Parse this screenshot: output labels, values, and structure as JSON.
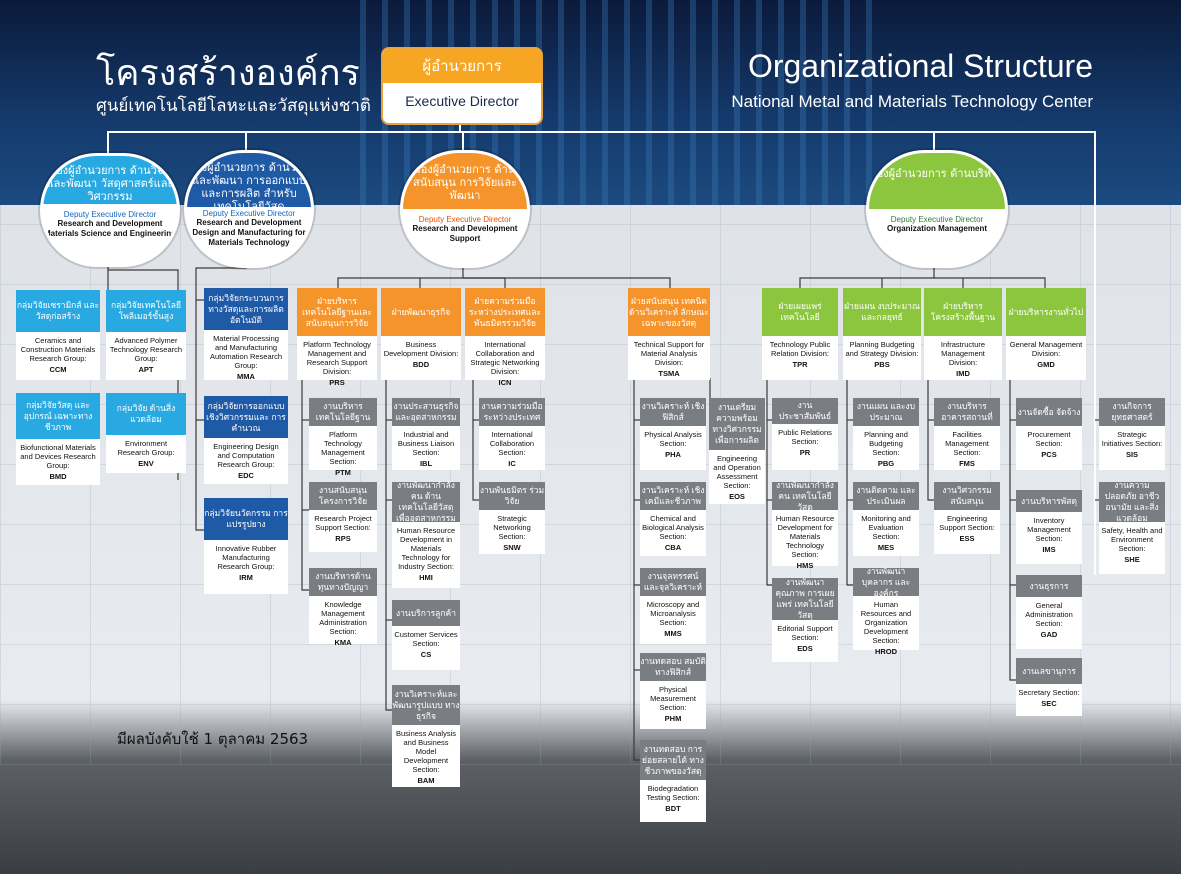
{
  "header": {
    "th_title": "โครงสร้างองค์กร",
    "th_subtitle": "ศูนย์เทคโนโลยีโลหะและวัสดุแห่งชาติ",
    "en_title": "Organizational Structure",
    "en_subtitle": "National Metal and Materials Technology Center"
  },
  "executive": {
    "th": "ผู้อำนวยการ",
    "en": "Executive Director"
  },
  "deputies": [
    {
      "th": "รองผู้อำนวยการ ด้านวิจัยและพัฒนา วัสดุศาสตร์และวิศวกรรม",
      "en1": "Deputy Executive Director",
      "en2": "Research and Development Materials Science and Engineering"
    },
    {
      "th": "รองผู้อำนวยการ ด้านวิจัยและพัฒนา การออกแบบและการผลิต สำหรับเทคโนโลยีวัสดุ",
      "en1": "Deputy Executive Director",
      "en2": "Research and Development Design and Manufacturing for Materials Technology"
    },
    {
      "th": "รองผู้อำนวยการ ด้านสนับสนุน การวิจัยและพัฒนา",
      "en1": "Deputy Executive Director",
      "en2": "Research and Development Support"
    },
    {
      "th": "รองผู้อำนวยการ ด้านบริหาร",
      "en1": "Deputy Executive Director",
      "en2": "Organization Management"
    }
  ],
  "boxes": {
    "ccm": {
      "h": "กลุ่มวิจัยเซรามิกส์ และวัสดุก่อสร้าง",
      "b": "Ceramics and Construction Materials Research Group:",
      "c": "CCM"
    },
    "apt": {
      "h": "กลุ่มวิจัยเทคโนโลยี โพลิเมอร์ขั้นสูง",
      "b": "Advanced Polymer Technology Research Group:",
      "c": "APT"
    },
    "bmd": {
      "h": "กลุ่มวิจัยวัสดุ และอุปกรณ์ เฉพาะทางชีวภาพ",
      "b": "Biofunctional Materials and Devices Research Group:",
      "c": "BMD"
    },
    "env": {
      "h": "กลุ่มวิจัย ด้านสิ่งแวดล้อม",
      "b": "Environment Research Group:",
      "c": "ENV"
    },
    "mma": {
      "h": "กลุ่มวิจัยกระบวนการ ทางวัสดุและการผลิต อัตโนมัติ",
      "b": "Material Processing and Manufacturing Automation Research Group:",
      "c": "MMA"
    },
    "edc": {
      "h": "กลุ่มวิจัยการออกแบบ เชิงวิศวกรรมและ การคำนวณ",
      "b": "Engineering Design and Computation Research Group:",
      "c": "EDC"
    },
    "irm": {
      "h": "กลุ่มวิจัยนวัตกรรม การแปรรูปยาง",
      "b": "Innovative Rubber Manufacturing Research Group:",
      "c": "IRM"
    },
    "prs": {
      "h": "ฝ่ายบริหาร เทคโนโลยีฐานและ สนับสนุนการวิจัย",
      "b": "Platform Technology Management and Research Support Division:",
      "c": "PRS"
    },
    "bdd": {
      "h": "ฝ่ายพัฒนาธุรกิจ",
      "b": "Business Development Division:",
      "c": "BDD"
    },
    "icn": {
      "h": "ฝ่ายความร่วมมือ ระหว่างประเทศและ พันธมิตรร่วมวิจัย",
      "b": "International Collaboration and Strategic Networking Division:",
      "c": "ICN"
    },
    "tsma": {
      "h": "ฝ่ายสนับสนุน เทคนิคด้านวิเคราะห์ ลักษณะเฉพาะของวัสดุ",
      "b": "Technical Support for Material Analysis Division:",
      "c": "TSMA"
    },
    "tpr": {
      "h": "ฝ่ายเผยแพร่ เทคโนโลยี",
      "b": "Technology Public Relation Division:",
      "c": "TPR"
    },
    "pbs": {
      "h": "ฝ่ายแผน งบประมาณ และกลยุทธ์",
      "b": "Planning Budgeting and Strategy Division:",
      "c": "PBS"
    },
    "imd": {
      "h": "ฝ่ายบริหาร โครงสร้างพื้นฐาน",
      "b": "Infrastructure Management Division:",
      "c": "IMD"
    },
    "gmd": {
      "h": "ฝ่ายบริหารงานทั่วไป",
      "b": "General Management Division:",
      "c": "GMD"
    },
    "ptm": {
      "h": "งานบริหาร เทคโนโลยีฐาน",
      "b": "Platform Technology Management Section:",
      "c": "PTM"
    },
    "rps": {
      "h": "งานสนับสนุน โครงการวิจัย",
      "b": "Research Project Support Section:",
      "c": "RPS"
    },
    "kma": {
      "h": "งานบริหารด้าน ทุนทางปัญญา",
      "b": "Knowledge Management Administration Section:",
      "c": "KMA"
    },
    "ibl": {
      "h": "งานประสานธุรกิจ และอุตสาหกรรม",
      "b": "Industrial and Business Liaison Section:",
      "c": "IBL"
    },
    "hmi": {
      "h": "งานพัฒนากำลังคน ด้านเทคโนโลยีวัสดุ เพื่ออุตสาหกรรม",
      "b": "Human Resource Development in Materials Technology for Industry Section:",
      "c": "HMI"
    },
    "cs": {
      "h": "งานบริการลูกค้า",
      "b": "Customer Services Section:",
      "c": "CS"
    },
    "bam": {
      "h": "งานวิเคราะห์และ พัฒนารูปแบบ ทางธุรกิจ",
      "b": "Business Analysis and Business Model Development Section:",
      "c": "BAM"
    },
    "ic": {
      "h": "งานความร่วมมือ ระหว่างประเทศ",
      "b": "International Collaboration Section:",
      "c": "IC"
    },
    "snw": {
      "h": "งานพันธมิตร ร่วมวิจัย",
      "b": "Strategic Networking Section:",
      "c": "SNW"
    },
    "pha": {
      "h": "งานวิเคราะห์ เชิงฟิสิกส์",
      "b": "Physical Analysis Section:",
      "c": "PHA"
    },
    "eos": {
      "h": "งานเตรียม ความพร้อม ทางวิศวกรรม เพื่อการผลิต",
      "b": "Engineering and Operation Assessment Section:",
      "c": "EOS"
    },
    "cba": {
      "h": "งานวิเคราะห์ เชิงเคมีและชีวภาพ",
      "b": "Chemical and Biological Analysis Section:",
      "c": "CBA"
    },
    "mms": {
      "h": "งานจุลทรรศน์ และจุลวิเคราะห์",
      "b": "Microscopy and Microanalysis Section:",
      "c": "MMS"
    },
    "phm": {
      "h": "งานทดสอบ สมบัติทางฟิสิกส์",
      "b": "Physical Measurement Section:",
      "c": "PHM"
    },
    "bdt": {
      "h": "งานทดสอบ การย่อยสลายได้ ทางชีวภาพของวัสดุ",
      "b": "Biodegradation Testing Section:",
      "c": "BDT"
    },
    "pr": {
      "h": "งานประชาสัมพันธ์",
      "b": "Public Relations Section:",
      "c": "PR"
    },
    "hms": {
      "h": "งานพัฒนากำลังคน เทคโนโลยีวัสดุ",
      "b": "Human Resource Development for Materials Technology Section:",
      "c": "HMS"
    },
    "eds": {
      "h": "งานพัฒนาคุณภาพ การเผยแพร่ เทคโนโลยีวัสดุ",
      "b": "Editorial Support Section:",
      "c": "EDS"
    },
    "pbg": {
      "h": "งานแผน และงบประมาณ",
      "b": "Planning and Budgeting Section:",
      "c": "PBG"
    },
    "mes": {
      "h": "งานติดตาม และประเมินผล",
      "b": "Monitoring and Evaluation Section:",
      "c": "MES"
    },
    "hrod": {
      "h": "งานพัฒนาบุคลากร และองค์กร",
      "b": "Human Resources and Organization Development Section:",
      "c": "HROD"
    },
    "fms": {
      "h": "งานบริหาร อาคารสถานที่",
      "b": "Facilities Management Section:",
      "c": "FMS"
    },
    "ess": {
      "h": "งานวิศวกรรม สนับสนุน",
      "b": "Engineering Support Section:",
      "c": "ESS"
    },
    "pcs": {
      "h": "งานจัดซื้อ จัดจ้าง",
      "b": "Procurement Section:",
      "c": "PCS"
    },
    "ims": {
      "h": "งานบริหารพัสดุ",
      "b": "Inventory Management Section:",
      "c": "IMS"
    },
    "gad": {
      "h": "งานธุรการ",
      "b": "General Administration Section:",
      "c": "GAD"
    },
    "sec": {
      "h": "งานเลขานุการ",
      "b": "Secretary Section:",
      "c": "SEC"
    },
    "sis": {
      "h": "งานกิจการ ยุทธศาสตร์",
      "b": "Strategic Initiatives Section:",
      "c": "SIS"
    },
    "she": {
      "h": "งานความปลอดภัย อาชีวอนามัย และสิ่งแวดล้อม",
      "b": "Safety, Health and Environment Section:",
      "c": "SHE"
    }
  },
  "effective_note": "มีผลบังคับใช้ 1 ตุลาคม 2563",
  "colors": {
    "blue": "#29a9e1",
    "navy": "#1f5aa6",
    "orange": "#f5942a",
    "green": "#8cc63f",
    "gray": "#7a7d82",
    "gold": "#f6a623"
  }
}
